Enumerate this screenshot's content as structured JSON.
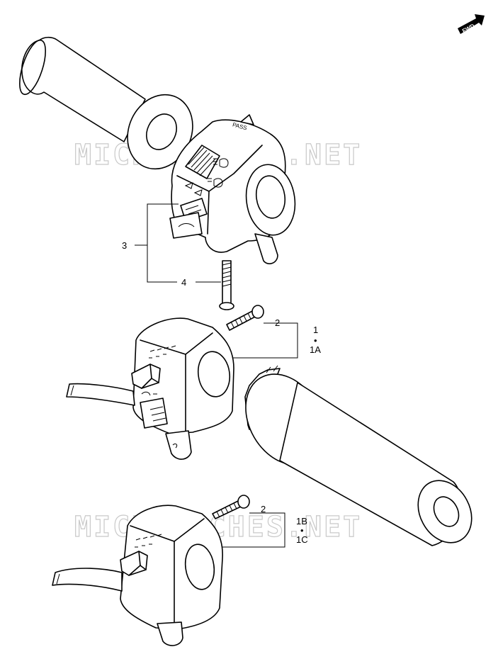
{
  "watermark": "MICROFICHES.NET",
  "fwd_badge": "FWD",
  "switch_marking": "PASS",
  "callouts": {
    "c1": "1",
    "c1A": "1A",
    "c1B": "1B",
    "c1C": "1C",
    "c2a": "2",
    "c2b": "2",
    "c3": "3",
    "c4": "4",
    "dot1": "•",
    "dot2": "•"
  }
}
